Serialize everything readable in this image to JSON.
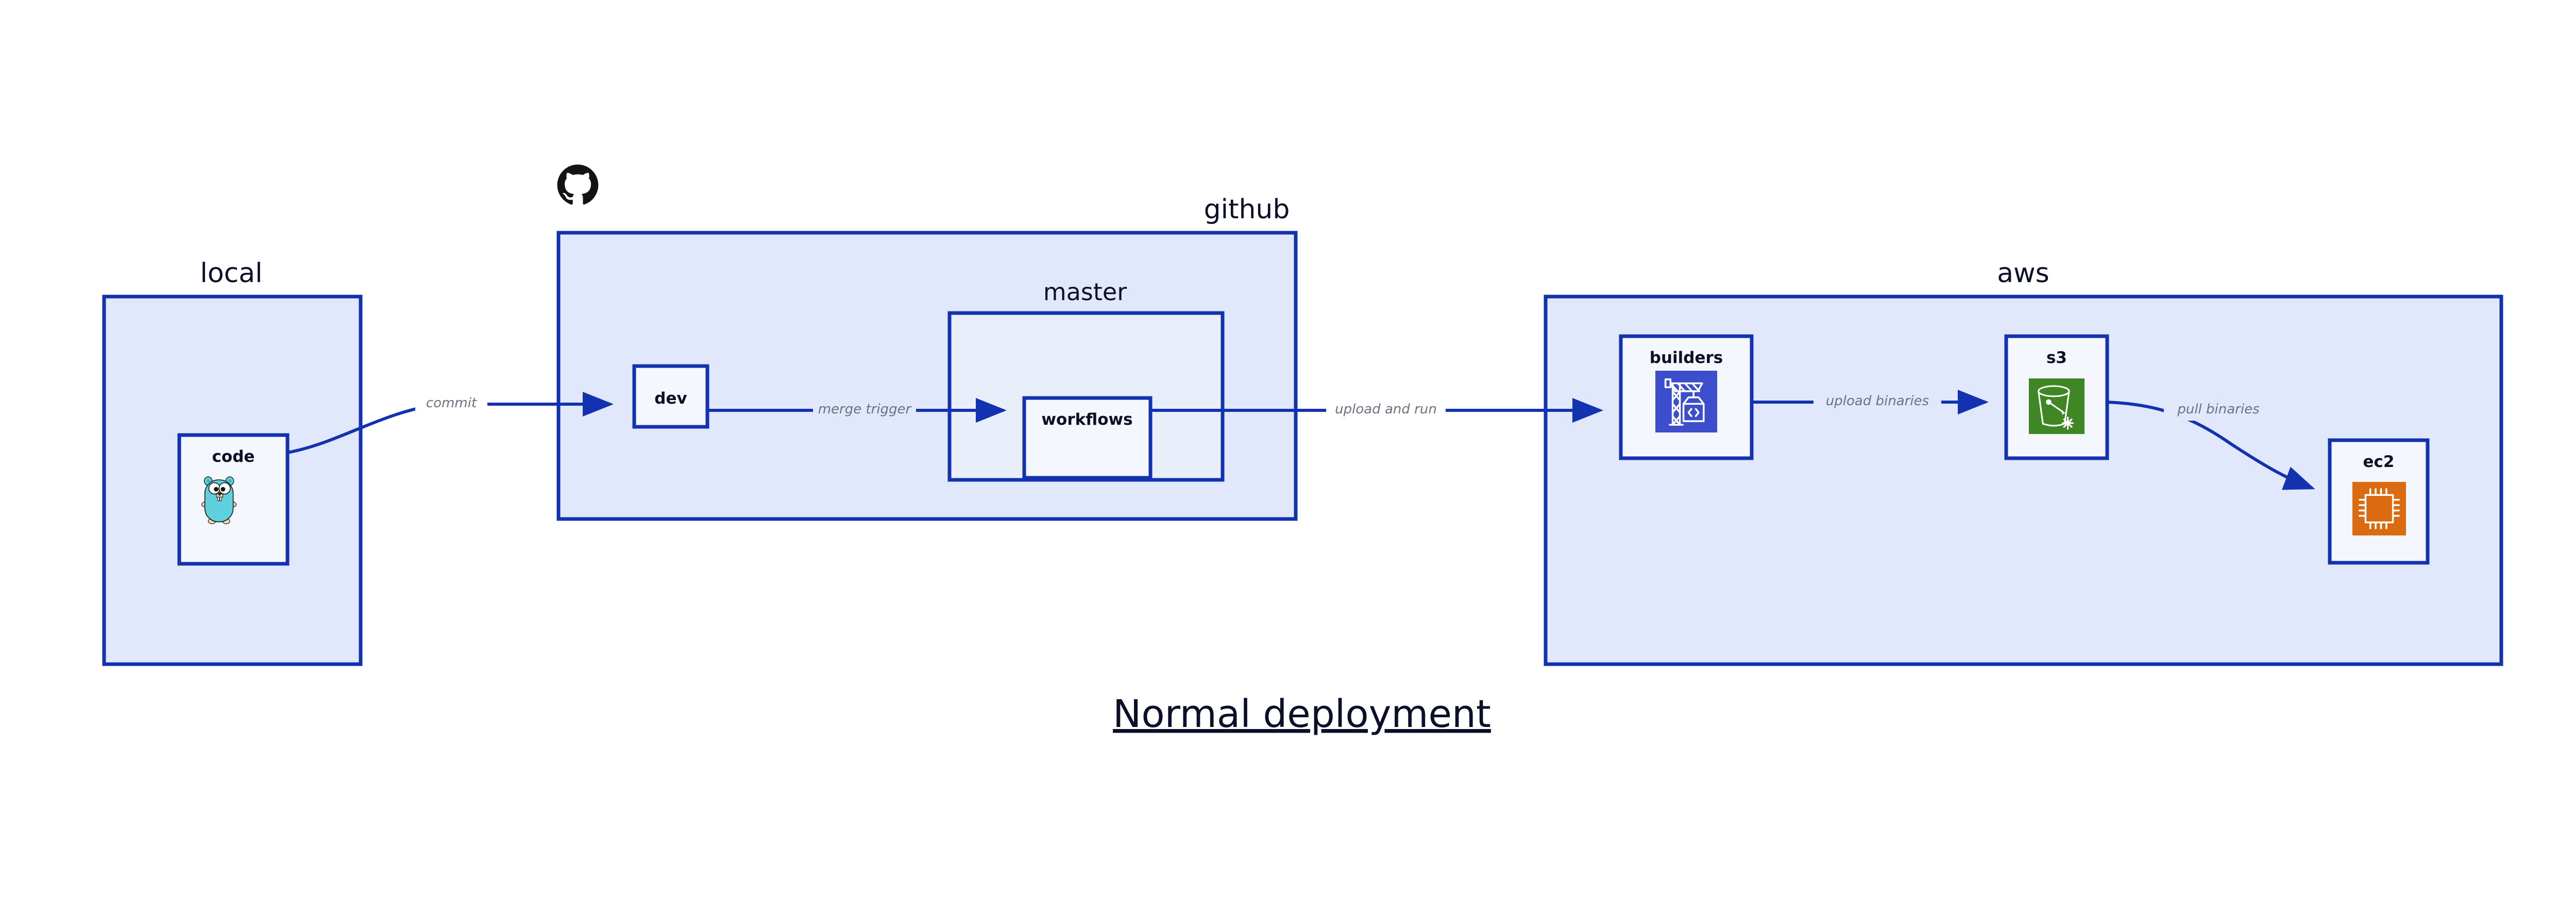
{
  "diagram": {
    "title": "Normal deployment",
    "groups": [
      {
        "id": "local",
        "label": "local"
      },
      {
        "id": "github",
        "label": "github"
      },
      {
        "id": "aws",
        "label": "aws"
      }
    ],
    "subgroups": [
      {
        "id": "master",
        "label": "master",
        "parent": "github"
      }
    ],
    "nodes": [
      {
        "id": "code",
        "label": "code",
        "group": "local",
        "icon": "go-gopher-icon"
      },
      {
        "id": "dev",
        "label": "dev",
        "group": "github",
        "icon": "none"
      },
      {
        "id": "workflows",
        "label": "workflows",
        "group": "master",
        "icon": "none"
      },
      {
        "id": "builders",
        "label": "builders",
        "group": "aws",
        "icon": "crane-code-icon"
      },
      {
        "id": "s3",
        "label": "s3",
        "group": "aws",
        "icon": "s3-bucket-icon"
      },
      {
        "id": "ec2",
        "label": "ec2",
        "group": "aws",
        "icon": "cpu-chip-icon"
      }
    ],
    "edges": [
      {
        "id": "e1",
        "from": "code",
        "to": "dev",
        "label": "commit"
      },
      {
        "id": "e2",
        "from": "dev",
        "to": "workflows",
        "label": "merge trigger"
      },
      {
        "id": "e3",
        "from": "workflows",
        "to": "builders",
        "label": "upload and run"
      },
      {
        "id": "e4",
        "from": "builders",
        "to": "s3",
        "label": "upload binaries"
      },
      {
        "id": "e5",
        "from": "s3",
        "to": "ec2",
        "label": "pull binaries"
      }
    ],
    "logos": [
      {
        "id": "github-logo",
        "name": "github-octocat-icon",
        "group": "github"
      }
    ],
    "colors": {
      "group_fill": "#e2e8fb",
      "node_fill": "#f4f7fe",
      "border": "#1332b0",
      "edge_label": "#6b7380",
      "text": "#0b0f28",
      "builders_icon_bg": "#3c4ecb",
      "s3_icon_bg": "#3f8624",
      "ec2_icon_bg": "#db6b11",
      "gopher_body": "#5fd0dd"
    }
  }
}
